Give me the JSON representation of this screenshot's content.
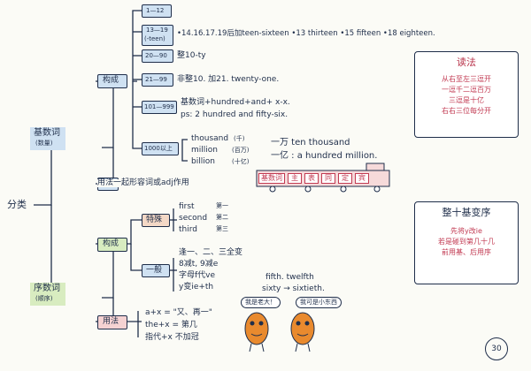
{
  "root": {
    "label": "分类"
  },
  "cardinal": {
    "title": "基数词",
    "subtitle": "(数量)",
    "formation": "构成",
    "usage": "用法一起形容词或adj作用",
    "ranges": [
      {
        "label": "1—12",
        "detail": ""
      },
      {
        "label": "13—19",
        "note": "(-teen)",
        "detail": "•14.16.17.19后加teen-sixteen •13 thirteen •15 fifteen •18 eighteen."
      },
      {
        "label": "20—90",
        "detail": "整10-ty"
      },
      {
        "label": "21—99",
        "detail": "非整10. 加21. twenty-one."
      },
      {
        "label": "101—999",
        "detail": "基数词+hundred+and+ x-x.",
        "detail2": "ps: 2 hundred and fifty-six."
      },
      {
        "label": "1000以上",
        "detail": ""
      }
    ],
    "large": [
      {
        "en": "thousand",
        "cn": "(千)"
      },
      {
        "en": "million",
        "cn": "(百万)"
      },
      {
        "en": "billion",
        "cn": "(十亿)"
      }
    ],
    "examples": [
      "一万 ten thousand",
      "一亿 : a hundred million."
    ]
  },
  "train": {
    "cars": [
      "基数词",
      "主",
      "表",
      "同",
      "定",
      "宾"
    ]
  },
  "ordinal": {
    "title": "序数词",
    "subtitle": "(顺序)",
    "formation": "构成",
    "usage_label": "用法",
    "special_label": "特殊",
    "special_words": [
      {
        "en": "first",
        "cn": "第一"
      },
      {
        "en": "second",
        "cn": "第二"
      },
      {
        "en": "third",
        "cn": "第三"
      }
    ],
    "rules_label": "一般",
    "rules": [
      "逢一、二、三全变",
      "8减t, 9减e",
      "字母f代ve",
      "y变ie+th"
    ],
    "extra": [
      "fifth. twelfth",
      "sixty → sixtieth."
    ],
    "usage": [
      "a+x = \"又、再一\"",
      "the+x = 第几",
      "指代+x 不加冠"
    ],
    "bubbles": [
      "我是老大！",
      "我可是小东西"
    ]
  },
  "panel1": {
    "title": "读法",
    "lines": [
      "从右至左三逗开",
      "一逗千二逗百万",
      "三逗是十亿",
      "右右三位每分开"
    ]
  },
  "panel2": {
    "title": "整十基变序",
    "lines": [
      "先将y改ie",
      "若是碰到第几十几",
      "前用基、后用序"
    ]
  },
  "page_number": "30",
  "colors": {
    "ink": "#1f2e4a",
    "pen_red": "#c23a52",
    "highlight_blue": "#cfe1f2",
    "highlight_green": "#d8ecc0"
  }
}
